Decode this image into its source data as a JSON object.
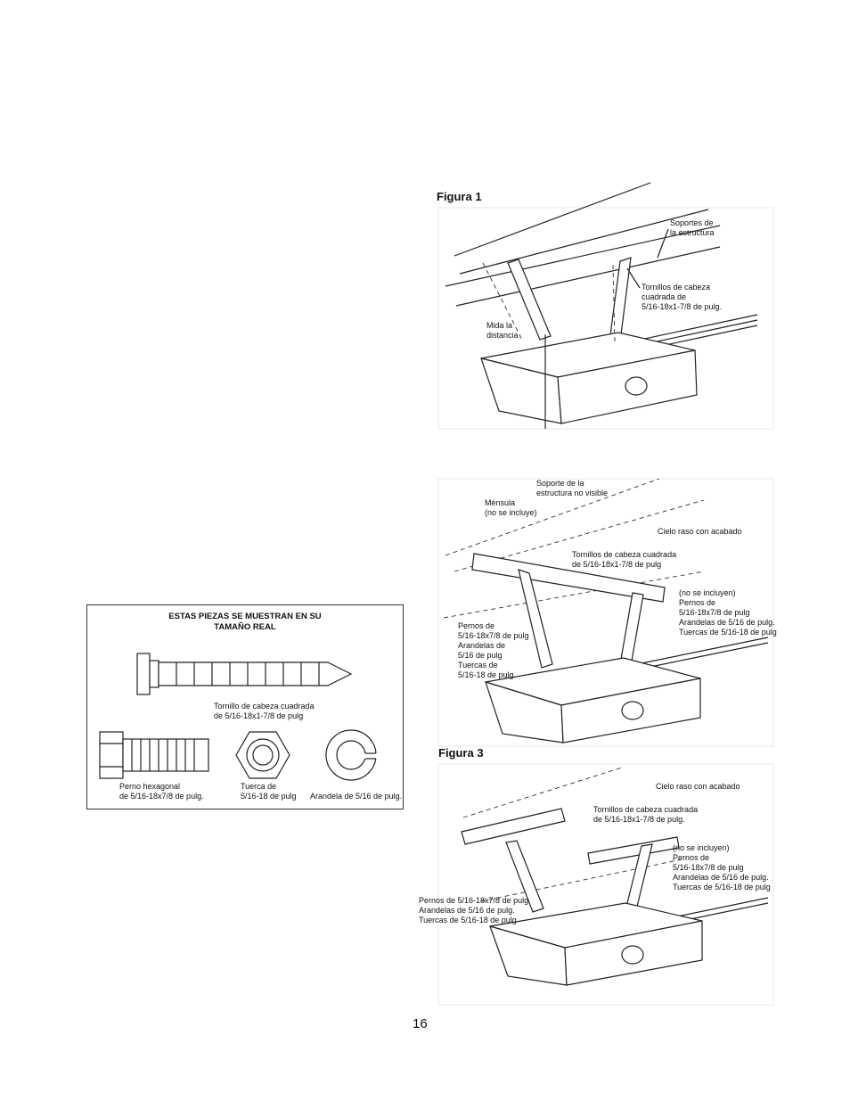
{
  "page_number": "16",
  "figure1": {
    "title": "Figura 1",
    "labels": {
      "structural_supports": [
        "Soportes de",
        "la estructura"
      ],
      "carriage_bolts": [
        "Tornillos de cabeza",
        "cuadrada de",
        "5/16-18x1-7/8 de pulg."
      ],
      "measure_distance": [
        "Mida la",
        "distancia"
      ]
    }
  },
  "figure2": {
    "labels": {
      "hidden_support": [
        "Soporte de la",
        "estructura no visible"
      ],
      "bracket": [
        "Ménsula",
        "(no se incluye)"
      ],
      "finished_ceiling": "Cielo raso con acabado",
      "carriage_bolts": [
        "Tornillos de cabeza cuadrada",
        "de 5/16-18x1-7/8 de pulg"
      ],
      "not_included_group": [
        "(no se incluyen)",
        "Pernos de",
        "5/16-18x7/8 de pulg",
        "Arandelas de 5/16 de pulg.",
        "Tuercas de 5/16-18 de pulg"
      ],
      "left_group": [
        "Pernos de",
        "5/16-18x7/8 de pulg",
        "Arandelas de",
        "5/16 de pulg",
        "Tuercas de",
        "5/16-18 de pulg."
      ]
    }
  },
  "figure3": {
    "title": "Figura 3",
    "labels": {
      "finished_ceiling": "Cielo raso con acabado",
      "carriage_bolts": [
        "Tornillos de cabeza cuadrada",
        "de 5/16-18x1-7/8 de pulg."
      ],
      "not_included_group": [
        "(no se incluyen)",
        "Pernos de",
        "5/16-18x7/8 de pulg",
        "Arandelas de 5/16 de pulg.",
        "Tuercas de 5/16-18 de pulg"
      ],
      "left_group": [
        "Pernos de 5/16-18x7/8 de pulg",
        "Arandelas de 5/16 de pulg.",
        "Tuercas de 5/16-18 de pulg"
      ]
    }
  },
  "parts_box": {
    "heading": [
      "ESTAS PIEZAS SE MUESTRAN EN SU",
      "TAMAÑO REAL"
    ],
    "lag_screw_label": [
      "Tornillo de cabeza cuadrada",
      "de 5/16-18x1-7/8 de pulg"
    ],
    "hex_bolt_label": [
      "Perno hexagonal",
      "de 5/16-18x7/8 de pulg."
    ],
    "nut_label": [
      "Tuerca de",
      "5/16-18 de pulg"
    ],
    "washer_label": "Arandela de 5/16 de pulg."
  }
}
